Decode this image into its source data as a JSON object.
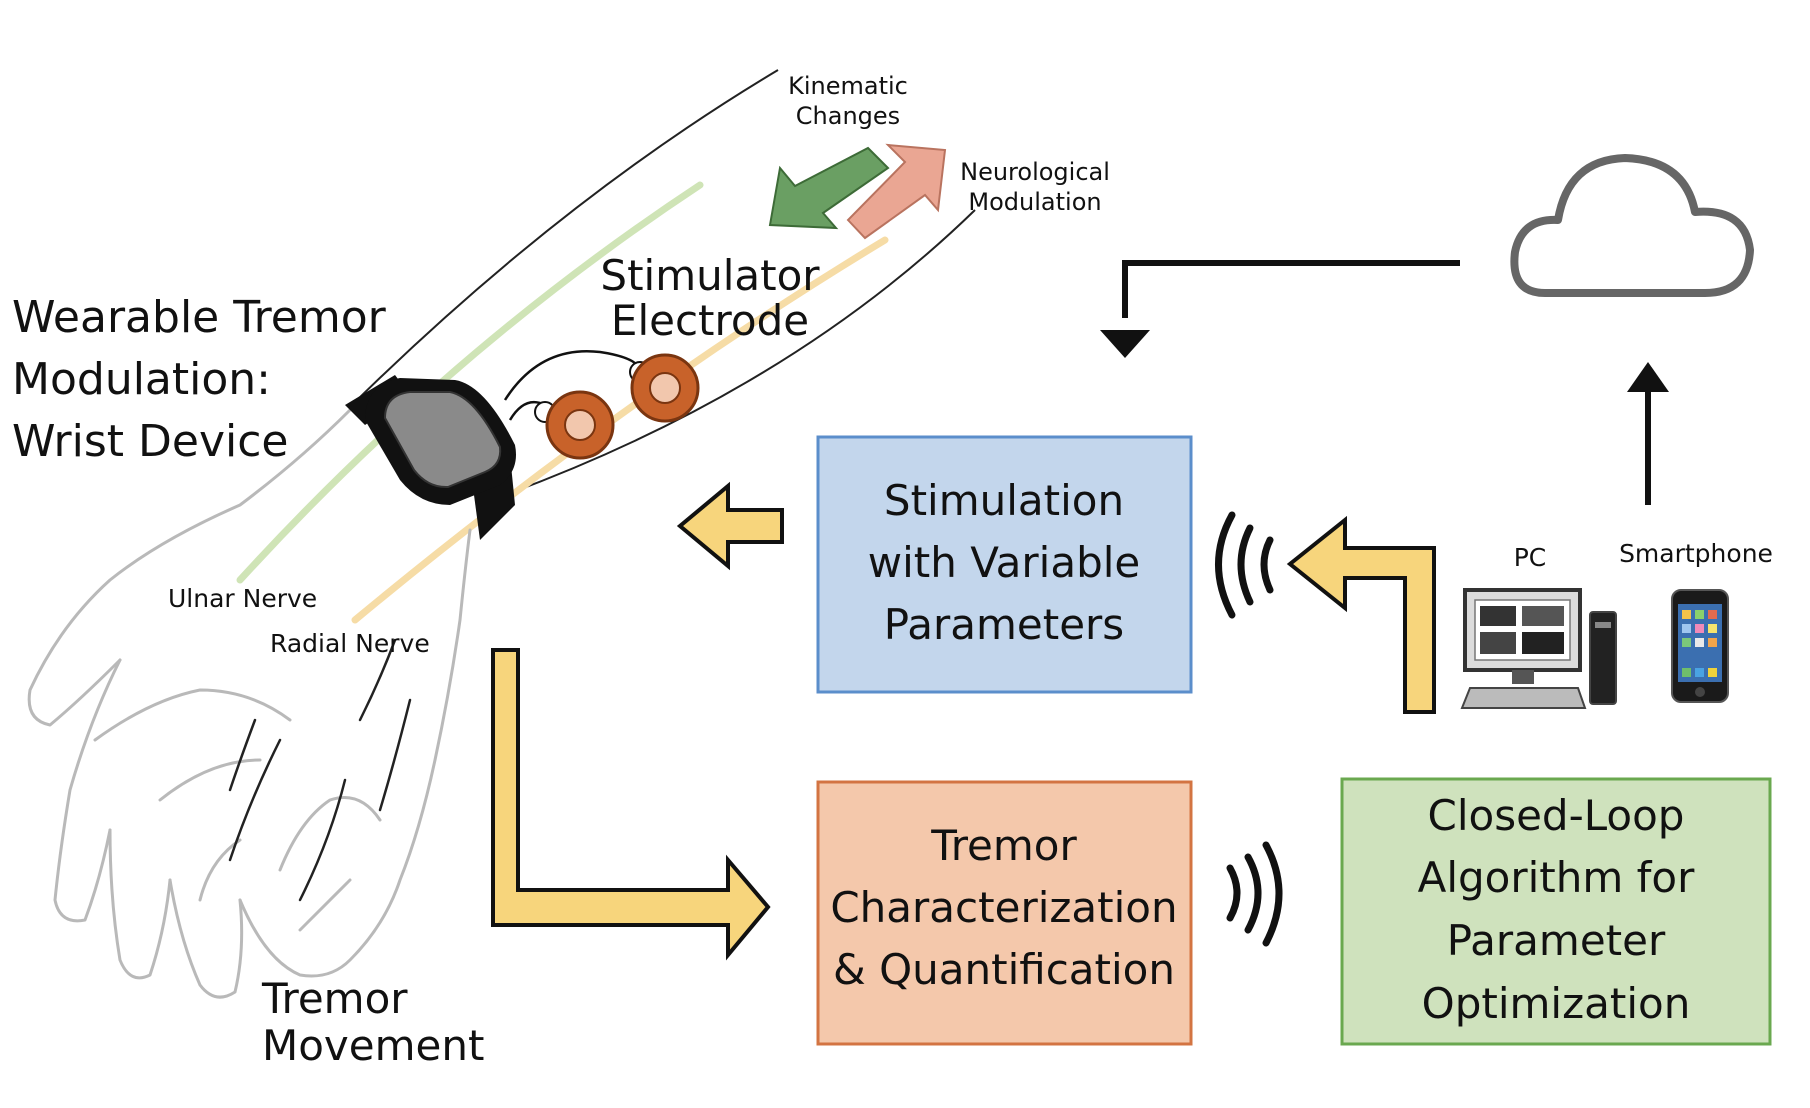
{
  "title": {
    "line1": "Wearable Tremor",
    "line2": "Modulation:",
    "line3": "Wrist Device"
  },
  "arm": {
    "kinematic_line1": "Kinematic",
    "kinematic_line2": "Changes",
    "neuro_line1": "Neurological",
    "neuro_line2": "Modulation",
    "electrode_line1": "Stimulator",
    "electrode_line2": "Electrode",
    "ulnar": "Ulnar Nerve",
    "radial": "Radial Nerve",
    "tremor_line1": "Tremor",
    "tremor_line2": "Movement"
  },
  "boxes": {
    "stimulation": {
      "lines": [
        "Stimulation",
        "with Variable",
        "Parameters"
      ],
      "fill": "#c3d6ec",
      "stroke": "#5b8ecb"
    },
    "tremor": {
      "lines": [
        "Tremor",
        "Characterization",
        "& Quantification"
      ],
      "fill": "#f4c8ab",
      "stroke": "#d37442"
    },
    "closed_loop": {
      "lines": [
        "Closed-Loop",
        "Algorithm for",
        "Parameter",
        "Optimization"
      ],
      "fill": "#cfe2bd",
      "stroke": "#6aa84f"
    }
  },
  "devices": {
    "pc": "PC",
    "smartphone": "Smartphone"
  },
  "colors": {
    "arrow_yellow": "#f7d57c",
    "arrow_green": "#6a9f63",
    "arrow_salmon": "#eaa693",
    "electrode": "#c8622a",
    "ulnar_nerve": "#cfe4b6",
    "radial_nerve": "#f6dca6"
  }
}
